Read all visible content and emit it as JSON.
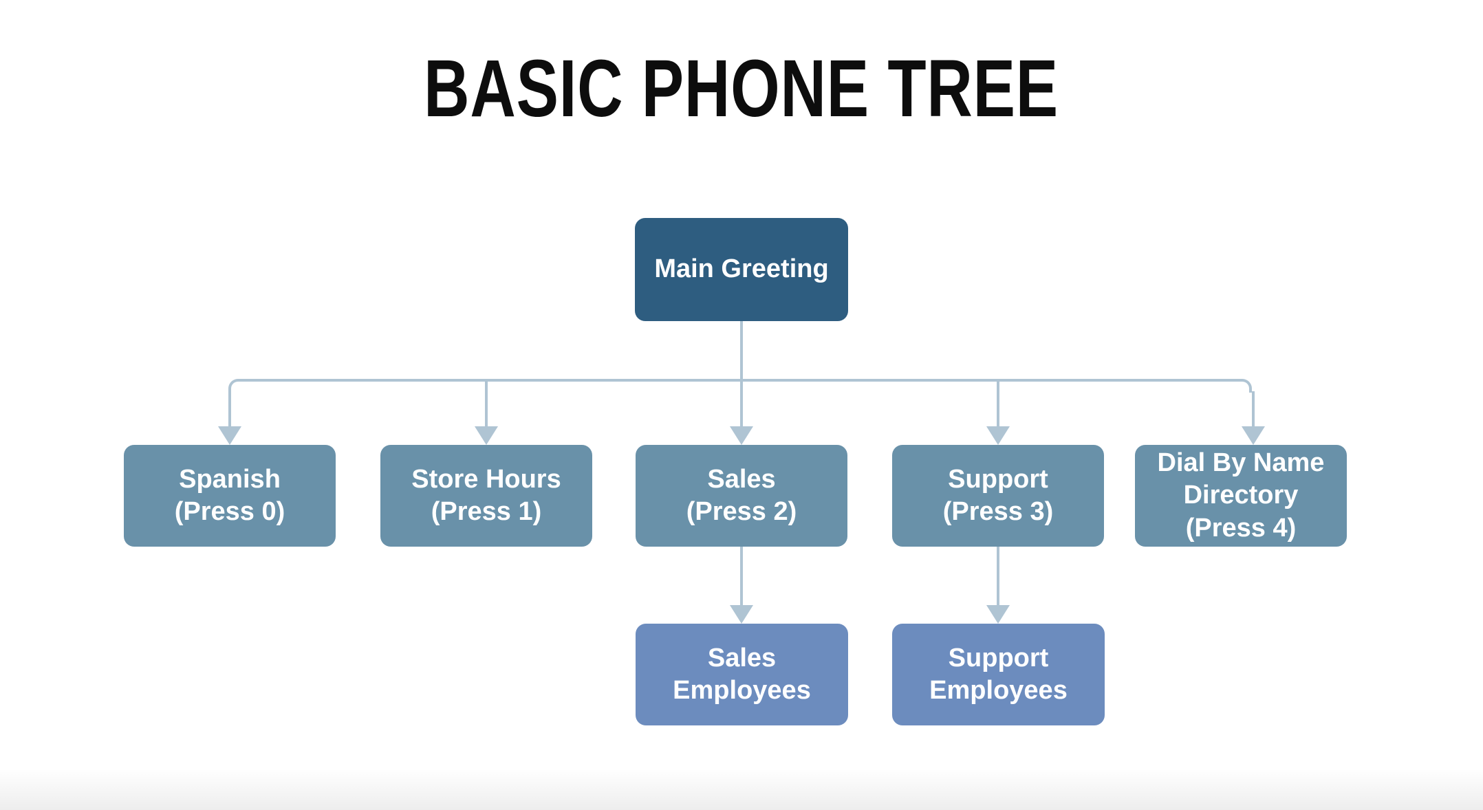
{
  "title": "BASIC PHONE TREE",
  "colors": {
    "level1": "#2e5d80",
    "level2": "#6991a9",
    "level3": "#6c8cbe",
    "line": "#afc4d3",
    "title_text": "#0d0d0d",
    "node_text": "#ffffff",
    "background": "#ffffff"
  },
  "diagram": {
    "type": "tree",
    "root": {
      "label": "Main Greeting"
    },
    "level2": [
      {
        "label": "Spanish",
        "sub": "(Press 0)"
      },
      {
        "label": "Store Hours",
        "sub": "(Press 1)"
      },
      {
        "label": "Sales",
        "sub": "(Press 2)"
      },
      {
        "label": "Support",
        "sub": "(Press 3)"
      },
      {
        "label": "Dial By Name Directory",
        "sub": "(Press 4)"
      }
    ],
    "level3": [
      {
        "label": "Sales Employees",
        "parent": "Sales (Press 2)"
      },
      {
        "label": "Support Employees",
        "parent": "Support (Press 3)"
      }
    ]
  }
}
